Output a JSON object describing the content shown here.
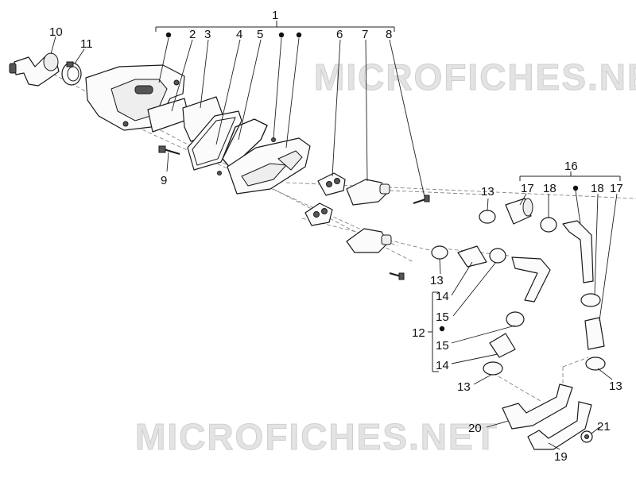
{
  "watermark": {
    "top": "MICROFICHES.NET",
    "bottom": "MICROFICHES.NET"
  },
  "labels": {
    "n1": "1",
    "n2": "2",
    "n3": "3",
    "n4": "4",
    "n5": "5",
    "n6": "6",
    "n7": "7",
    "n8": "8",
    "n9": "9",
    "n10": "10",
    "n11": "11",
    "n12": "12",
    "n13a": "13",
    "n13b": "13",
    "n13c": "13",
    "n13d": "13",
    "n14a": "14",
    "n14b": "14",
    "n15a": "15",
    "n15b": "15",
    "n16": "16",
    "n17a": "17",
    "n17b": "17",
    "n18a": "18",
    "n18b": "18",
    "n19": "19",
    "n20": "20",
    "n21": "21"
  }
}
